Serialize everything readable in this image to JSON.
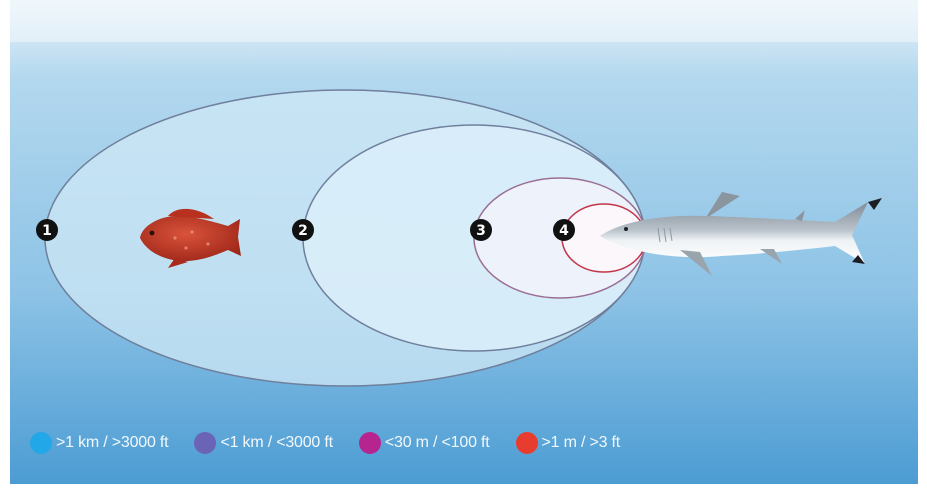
{
  "markers": [
    {
      "number": "1",
      "label": "1"
    },
    {
      "number": "2",
      "label": "2"
    },
    {
      "number": "3",
      "label": "3"
    },
    {
      "number": "4",
      "label": "4"
    }
  ],
  "legend": {
    "items": [
      {
        "label": ">1 km / >3000 ft",
        "color": "#22a7e8"
      },
      {
        "label": "<1 km / <3000 ft",
        "color": "#6b63b5"
      },
      {
        "label": "<30 m / <100 ft",
        "color": "#b5248f"
      },
      {
        "label": ">1 m / >3 ft",
        "color": "#e83c2e"
      }
    ]
  },
  "colors": {
    "water_top": "#eaf3f9",
    "water_mid": "#a9d2ea",
    "water_bottom": "#4f9fd4",
    "range_outline": "#6f7f9c",
    "electroreception_outline": "#c2364a"
  },
  "illustrations": {
    "prey": "red-grouper-fish",
    "predator": "shark"
  }
}
